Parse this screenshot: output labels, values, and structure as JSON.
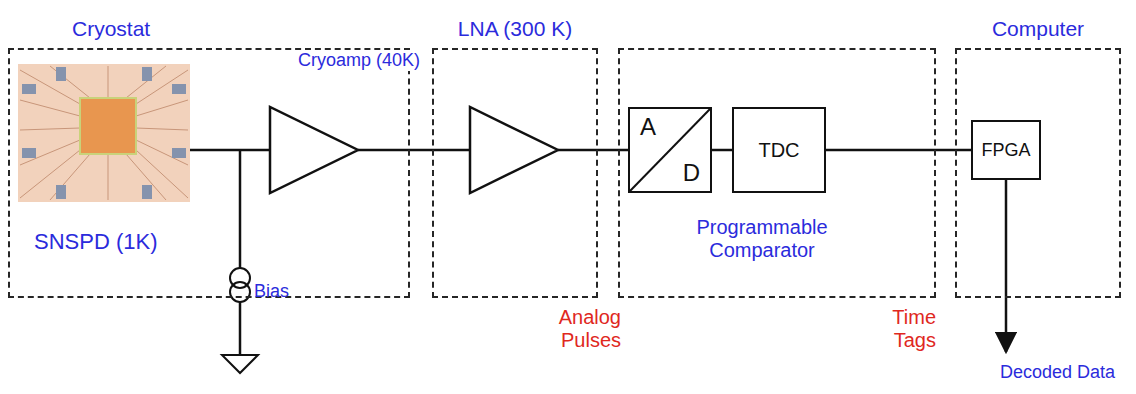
{
  "diagram": {
    "nodes": [
      {
        "text": [
          "Cryostat"
        ]
      },
      {
        "text": [
          "LNA (300 K)"
        ]
      },
      {
        "text": [
          "Programmable Comparator"
        ]
      },
      {
        "text": [
          "A",
          "D"
        ],
        "in": 2
      },
      {
        "text": [
          "TDC"
        ],
        "in": 2
      },
      {
        "text": [
          "Computer"
        ]
      },
      {
        "text": [
          "FPGA"
        ],
        "in": 5
      }
    ],
    "edges": [
      {
        "from": 3,
        "to": 4,
        "arrow": "none"
      },
      {
        "from": 4,
        "to": 6,
        "arrow": "none"
      }
    ],
    "labels": [
      "Cryoamp (40K)",
      "SNSPD (1K)",
      "Bias",
      "Analog Pulses",
      "Time Tags",
      "Decoded Data"
    ]
  }
}
